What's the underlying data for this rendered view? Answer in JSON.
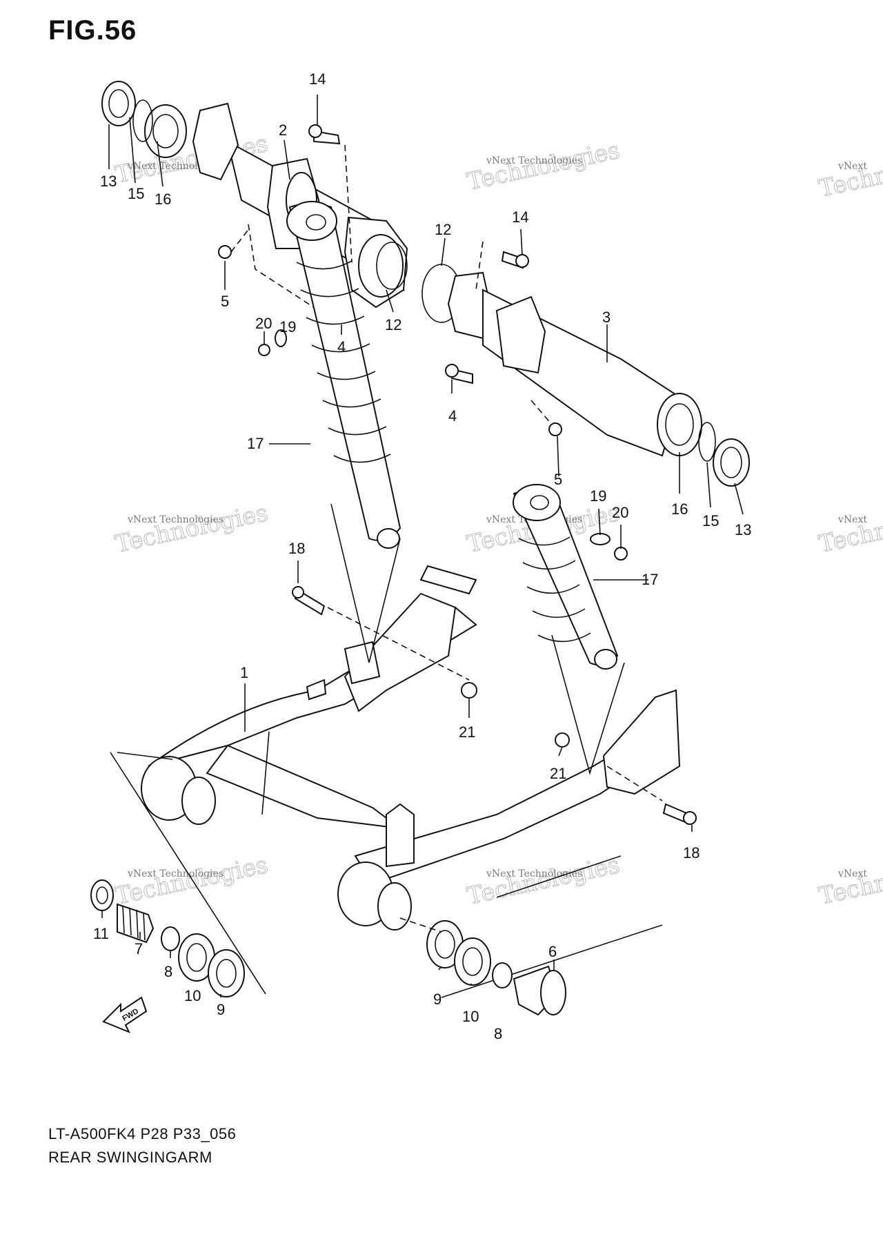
{
  "figure": {
    "title": "FIG.56"
  },
  "footer": {
    "code": "LT-A500FK4 P28 P33_056",
    "name": "REAR SWINGINGARM"
  },
  "fwd_label": "FWD",
  "watermark": {
    "line1": "vNext",
    "line2": "vNext Technologies",
    "line3": "Technologies"
  },
  "callouts": [
    {
      "id": "c14a",
      "text": "14"
    },
    {
      "id": "c2",
      "text": "2"
    },
    {
      "id": "c13a",
      "text": "13"
    },
    {
      "id": "c15a",
      "text": "15"
    },
    {
      "id": "c16a",
      "text": "16"
    },
    {
      "id": "c5a",
      "text": "5"
    },
    {
      "id": "c4a",
      "text": "4"
    },
    {
      "id": "c12a",
      "text": "12"
    },
    {
      "id": "c12b",
      "text": "12"
    },
    {
      "id": "c14b",
      "text": "14"
    },
    {
      "id": "c3",
      "text": "3"
    },
    {
      "id": "c20a",
      "text": "20"
    },
    {
      "id": "c19a",
      "text": "19"
    },
    {
      "id": "c4b",
      "text": "4"
    },
    {
      "id": "c17a",
      "text": "17"
    },
    {
      "id": "c5b",
      "text": "5"
    },
    {
      "id": "c16b",
      "text": "16"
    },
    {
      "id": "c15b",
      "text": "15"
    },
    {
      "id": "c13b",
      "text": "13"
    },
    {
      "id": "c19b",
      "text": "19"
    },
    {
      "id": "c20b",
      "text": "20"
    },
    {
      "id": "c17b",
      "text": "17"
    },
    {
      "id": "c18a",
      "text": "18"
    },
    {
      "id": "c1",
      "text": "1"
    },
    {
      "id": "c21a",
      "text": "21"
    },
    {
      "id": "c21b",
      "text": "21"
    },
    {
      "id": "c18b",
      "text": "18"
    },
    {
      "id": "c11",
      "text": "11"
    },
    {
      "id": "c7",
      "text": "7"
    },
    {
      "id": "c8a",
      "text": "8"
    },
    {
      "id": "c10a",
      "text": "10"
    },
    {
      "id": "c9a",
      "text": "9"
    },
    {
      "id": "c9b",
      "text": "9"
    },
    {
      "id": "c10b",
      "text": "10"
    },
    {
      "id": "c8b",
      "text": "8"
    },
    {
      "id": "c6",
      "text": "6"
    }
  ]
}
